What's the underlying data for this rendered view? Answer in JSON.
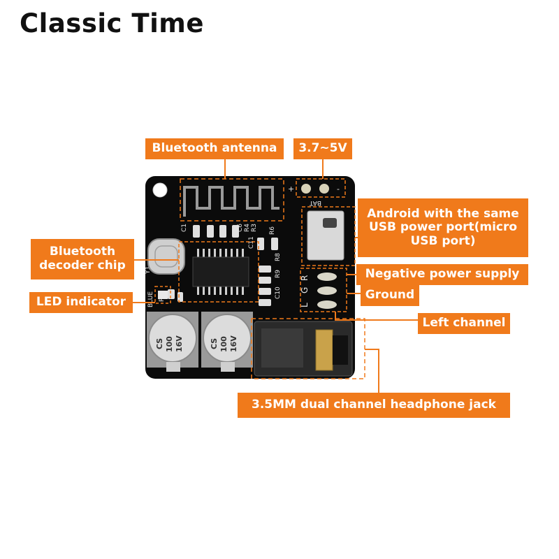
{
  "brand": "Classic Time",
  "accent_color": "#F07A1B",
  "board_color": "#0b0b0b",
  "board": {
    "silkscreen": {
      "bat": "BAT",
      "plus": "+",
      "minus": "-",
      "c1": "C1",
      "r4": "R4",
      "c6": "C6",
      "r3": "R3",
      "r6": "R6",
      "c11": "C11",
      "r8": "R8",
      "r9": "R9",
      "c10": "C10",
      "y1": "Y1",
      "blue": "BLUE",
      "r5": "R5",
      "r": "R",
      "g": "G",
      "l": "L"
    },
    "capacitor_text": [
      "CS",
      "100",
      "16V"
    ]
  },
  "labels": {
    "bluetooth_antenna": "Bluetooth antenna",
    "voltage": "3.7~5V",
    "usb_port": [
      "Android with the same",
      "USB power port(micro",
      "USB port)"
    ],
    "decoder_chip": [
      "Bluetooth",
      "decoder chip"
    ],
    "led_indicator": "LED indicator",
    "negative_supply": "Negative power supply",
    "ground": "Ground",
    "left_channel": "Left channel",
    "headphone_jack": "3.5MM dual channel headphone jack"
  }
}
